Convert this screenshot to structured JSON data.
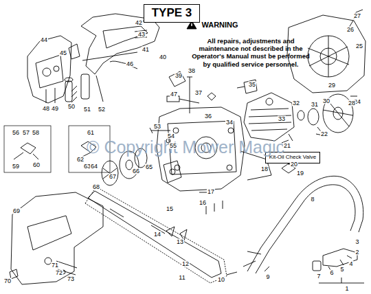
{
  "diagram": {
    "nodes": [
      {
        "text": [
          "TYPE 3"
        ]
      },
      {
        "text": [
          "Kit-Oil Check Valve"
        ]
      }
    ],
    "labels": [
      "WARNING",
      "All repairs, adjustments and maintenance not described in the Operator's Manual must be performed by qualified service personnel.",
      "© Copyright Mower Magic",
      "27",
      "26",
      "25",
      "24",
      "42",
      "43",
      "44",
      "45",
      "41",
      "46",
      "40",
      "39",
      "38",
      "37",
      "36",
      "35",
      "29",
      "28",
      "30",
      "31",
      "32",
      "33",
      "34",
      "22",
      "21",
      "20",
      "19",
      "18",
      "47",
      "53",
      "54",
      "55",
      "48",
      "49",
      "50",
      "51",
      "52",
      "56",
      "57",
      "58",
      "59",
      "60",
      "61",
      "62",
      "63",
      "64",
      "65",
      "66",
      "67",
      "68",
      "17",
      "16",
      "15",
      "8",
      "69",
      "14",
      "13",
      "10",
      "9",
      "12",
      "11",
      "7",
      "6",
      "5",
      "4",
      "3",
      "2",
      "1",
      "71",
      "72",
      "73",
      "70"
    ]
  }
}
